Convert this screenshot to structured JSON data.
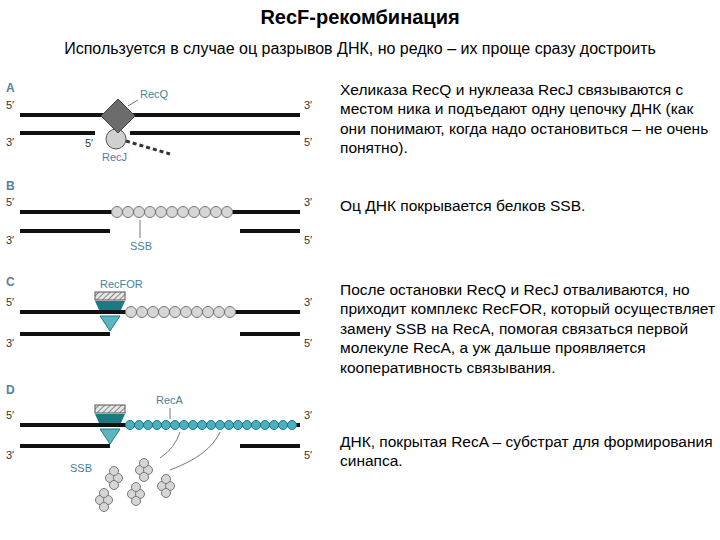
{
  "diagram": {
    "title": "RecF-рекомбинация",
    "labels": [
      "Используется в случае оц разрывов ДНК, но редко – их проще сразу достроить",
      "A",
      "RecQ",
      "RecJ",
      "5′",
      "3′",
      "3′",
      "5′",
      "5′",
      "Хеликаза RecQ и нуклеаза RecJ связываются с местом ника и подъедают одну цепочку ДНК (как они понимают, когда надо остановиться – не очень понятно).",
      "B",
      "SSB",
      "5′",
      "3′",
      "3′",
      "5′",
      "Оц ДНК покрывается белков SSB.",
      "C",
      "RecFOR",
      "5′",
      "3′",
      "3′",
      "5′",
      "После остановки RecQ и RecJ отваливаются, но приходит комплекс RecFOR, который осуществляет замену SSB на RecA, помогая связаться первой молекуле RecA, а уж дальше проявляется кооперативность связывания.",
      "D",
      "RecA",
      "SSB",
      "5′",
      "3′",
      "3′",
      "5′",
      "ДНК, покрытая RecA – субстрат для формирования синапса."
    ]
  }
}
